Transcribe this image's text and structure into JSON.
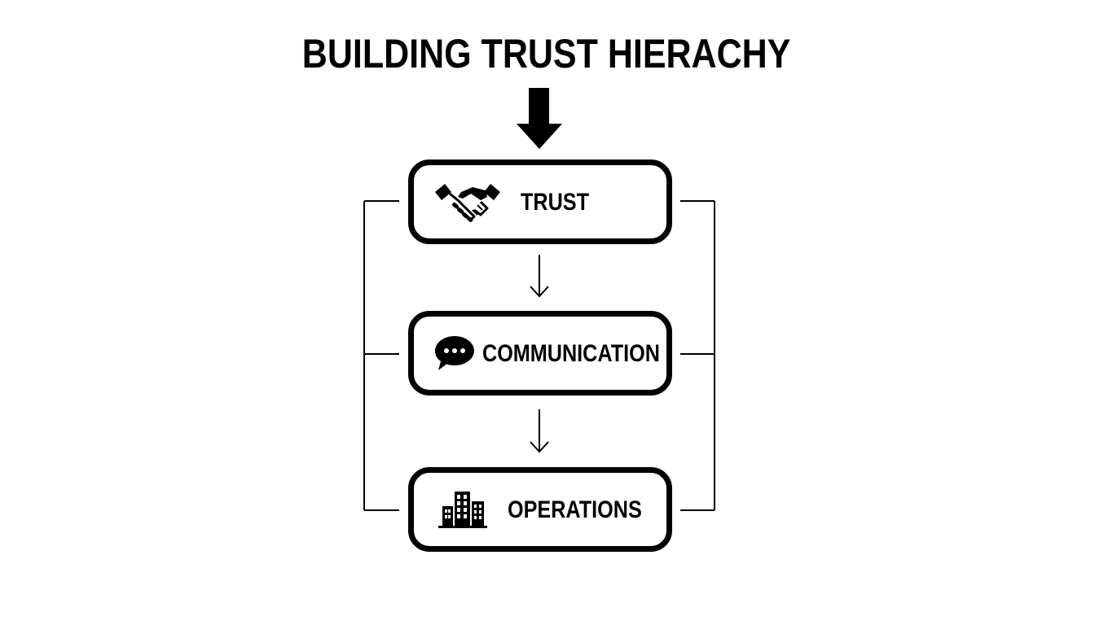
{
  "title": "BUILDING TRUST HIERACHY",
  "nodes": [
    {
      "label": "TRUST",
      "icon": "handshake-icon"
    },
    {
      "label": "COMMUNICATION",
      "icon": "speech-bubble-icon"
    },
    {
      "label": "OPERATIONS",
      "icon": "buildings-icon"
    }
  ],
  "colors": {
    "stroke": "#000000",
    "background": "#ffffff"
  }
}
